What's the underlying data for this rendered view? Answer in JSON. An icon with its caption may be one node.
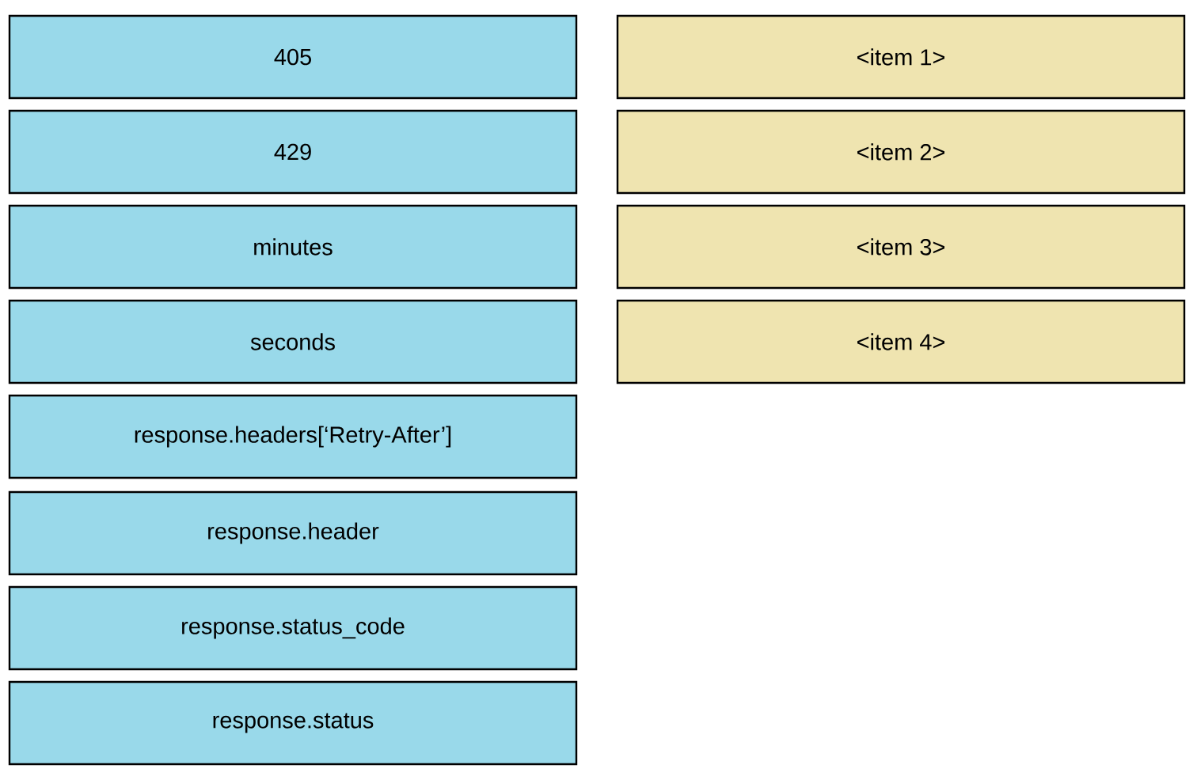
{
  "diagram": {
    "nodes": [
      {
        "text": [
          "405"
        ]
      },
      {
        "text": [
          "429"
        ]
      },
      {
        "text": [
          "minutes"
        ]
      },
      {
        "text": [
          "seconds"
        ]
      },
      {
        "text": [
          "response.headers[‘Retry-After’]"
        ]
      },
      {
        "text": [
          "response.header"
        ]
      },
      {
        "text": [
          "response.status_code"
        ]
      },
      {
        "text": [
          "response.status"
        ]
      },
      {
        "text": [
          "<item 1>"
        ]
      },
      {
        "text": [
          "<item 2>"
        ]
      },
      {
        "text": [
          "<item 3>"
        ]
      },
      {
        "text": [
          "<item 4>"
        ]
      }
    ]
  }
}
